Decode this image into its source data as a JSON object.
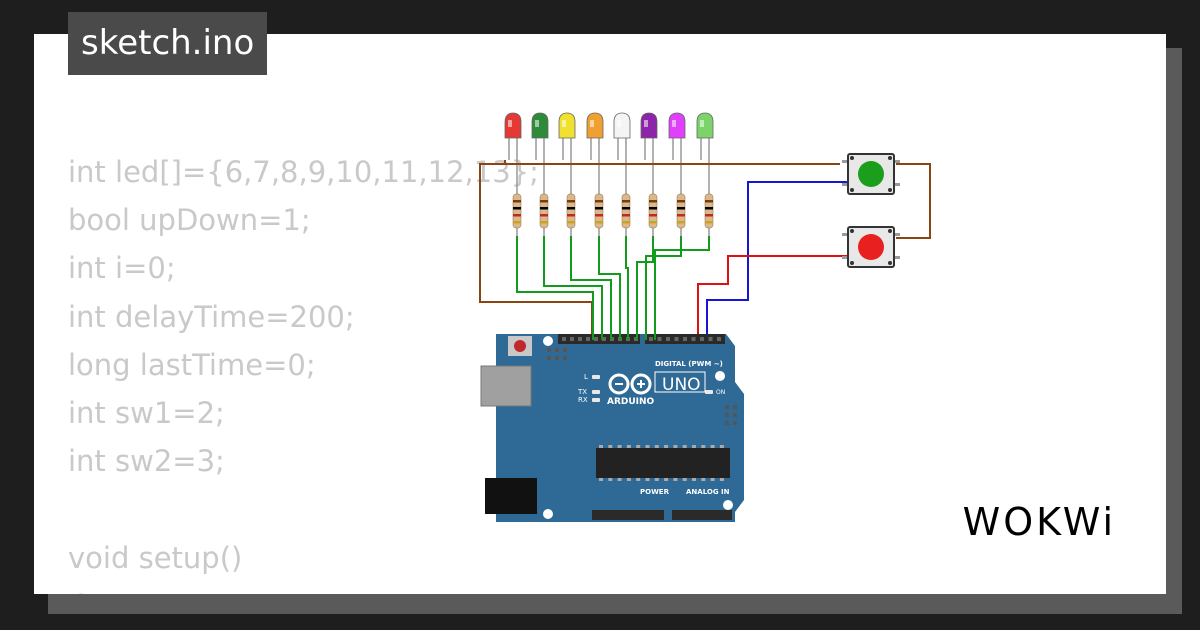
{
  "header": {
    "filename": "sketch.ino"
  },
  "code": {
    "lines": [
      "int led[]={6,7,8,9,10,11,12,13};",
      "bool upDown=1;",
      "int i=0;",
      "int delayTime=200;",
      "long lastTime=0;",
      "int sw1=2;",
      "int sw2=3;",
      "",
      "void setup()",
      "{"
    ]
  },
  "diagram": {
    "leds": [
      {
        "color": "#e53935"
      },
      {
        "color": "#2e8b3a"
      },
      {
        "color": "#f0e130"
      },
      {
        "color": "#f0a030"
      },
      {
        "color": "#f4f4f4"
      },
      {
        "color": "#8e24aa"
      },
      {
        "color": "#e040fb"
      },
      {
        "color": "#7cd36a"
      }
    ],
    "buttons": [
      {
        "cap_color": "#1b9e1b"
      },
      {
        "cap_color": "#e82020"
      }
    ],
    "board": {
      "brand": "ARDUINO",
      "model": "UNO",
      "digital_label": "DIGITAL (PWM ~)",
      "power_label": "POWER",
      "analog_label": "ANALOG IN",
      "on_label": "ON",
      "tx_label": "TX",
      "rx_label": "RX",
      "l_label": "L",
      "color": "#2f6a97"
    },
    "wire_colors": {
      "gnd": "#8b4513",
      "led": "#129c1c",
      "sw1": "#1515d8",
      "sw2": "#e01010"
    }
  },
  "brand": {
    "name": "WOKWi"
  }
}
